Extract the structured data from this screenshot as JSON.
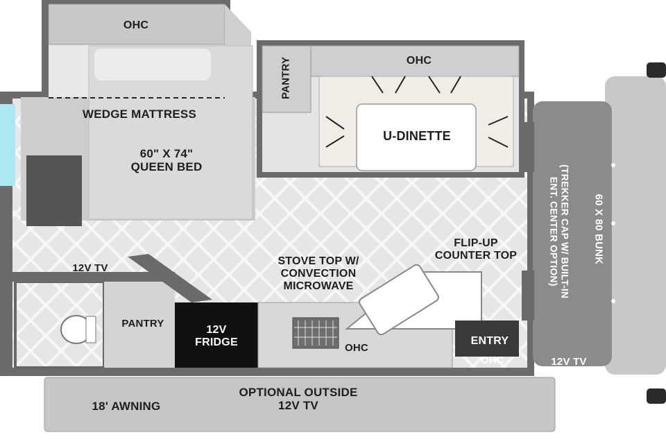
{
  "labels": {
    "ohc_bedroom": "OHC",
    "ohc_dinette": "OHC",
    "pantry_upper": "PANTRY",
    "wedge_mattress": "WEDGE MATTRESS",
    "queen_bed": "60\" X 74\"\nQUEEN BED",
    "u_dinette": "U-DINETTE",
    "bunk": "60 X 80 BUNK",
    "bunk_note": "(TREKKER CAP W/ BUILT-IN\nENT. CENTER OPTION)",
    "flip_up": "FLIP-UP\nCOUNTER TOP",
    "stove": "STOVE TOP W/\nCONVECTION\nMICROWAVE",
    "tv_left": "12V TV",
    "pantry_lower": "PANTRY",
    "fridge": "12V\nFRIDGE",
    "ohc_kitchen": "OHC",
    "entry": "ENTRY",
    "ohc_entry": "OHC",
    "tv_front": "12V TV",
    "outside_tv": "OPTIONAL OUTSIDE\n12V TV",
    "awning": "18' AWNING"
  }
}
